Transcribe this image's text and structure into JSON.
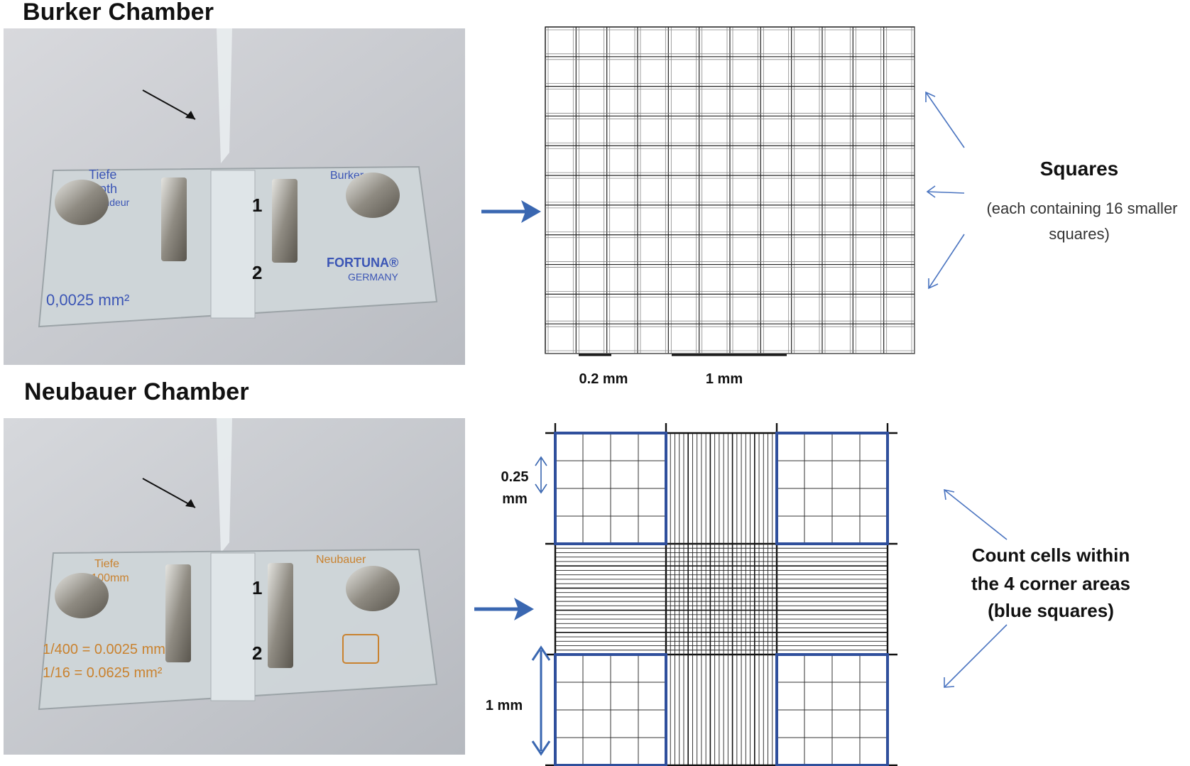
{
  "burker": {
    "title": "Burker Chamber",
    "photo": {
      "slide_left_text_1": "Tiefe",
      "slide_left_text_2": "Depth",
      "slide_left_text_3": "Profondeur",
      "slide_right_text_1": "Burker",
      "brand_1": "FORTUNA®",
      "brand_2": "GERMANY",
      "area": "0,0025 mm²",
      "chamber_1": "1",
      "chamber_2": "2"
    },
    "scale_small": "0.2 mm",
    "scale_large": "1 mm",
    "side_title": "Squares",
    "side_note_1": "(each containing 16 smaller",
    "side_note_2": "squares)"
  },
  "neubauer": {
    "title": "Neubauer Chamber",
    "photo": {
      "slide_left_text_1": "Tiefe",
      "slide_left_text_2": "0,100mm",
      "slide_right_text_1": "Neubauer",
      "area_1": "1/400 = 0.0025 mm²",
      "area_2": "1/16 = 0.0625 mm²",
      "chamber_1": "1",
      "chamber_2": "2"
    },
    "scale_small_1": "0.25",
    "scale_small_2": "mm",
    "scale_large": "1 mm",
    "side_line_1": "Count cells within",
    "side_line_2": "the 4 corner areas",
    "side_line_3": "(blue squares)"
  },
  "colors": {
    "arrow_blue": "#3a67b1",
    "corner_blue": "#2f4f9c",
    "grid_line": "#333333"
  }
}
